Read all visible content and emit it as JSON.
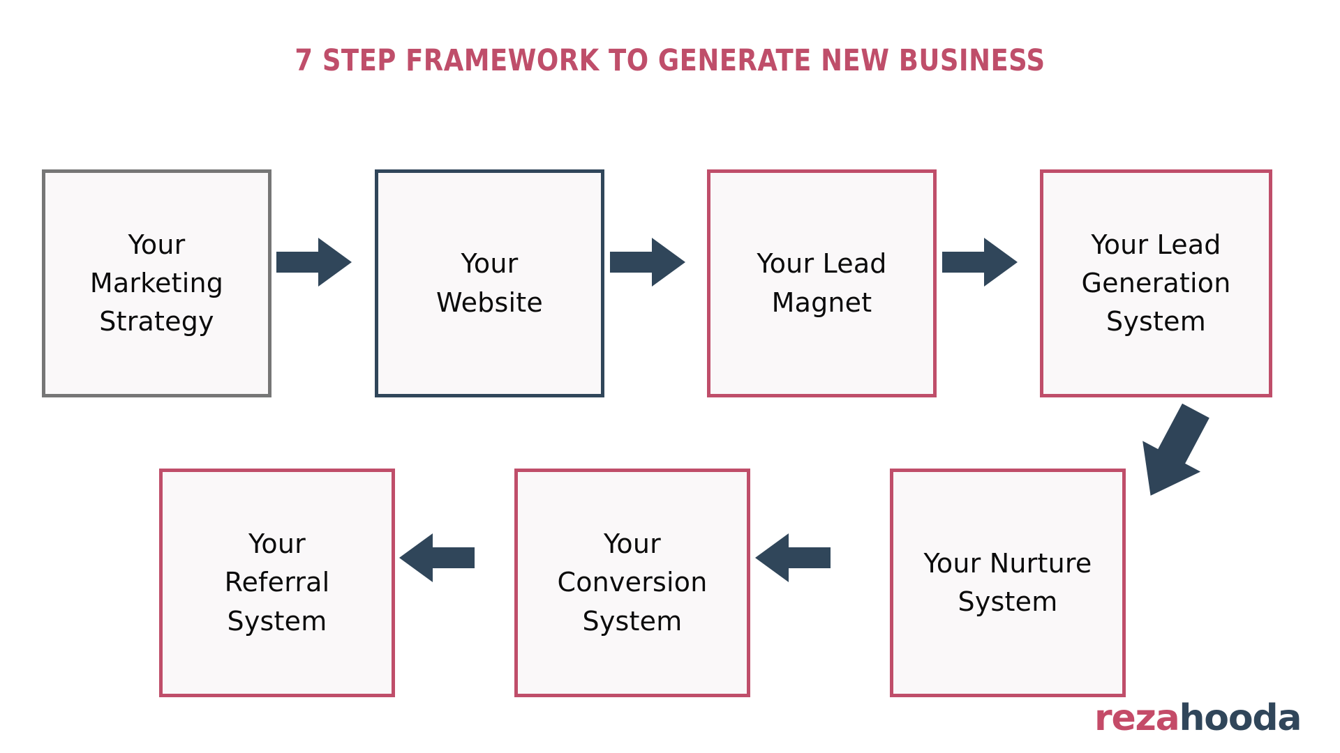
{
  "title": "7 STEP FRAMEWORK TO GENERATE NEW BUSINESS",
  "colors": {
    "background": "#ffffff",
    "accent_pink": "#bf4e6a",
    "accent_navy": "#30465a",
    "neutral_gray": "#767676",
    "box_fill": "#faf8f9",
    "text": "#0b0b0b"
  },
  "diagram": {
    "type": "flowchart",
    "flow_direction": "left-to-right on top row, then down and right-to-left on bottom row",
    "step_count": 7,
    "rows": [
      {
        "row": 1,
        "steps": [
          {
            "number": 1,
            "label": "Your\nMarketing\nStrategy",
            "border_color": "#767676",
            "border_style": "gray"
          },
          {
            "number": 2,
            "label": "Your\nWebsite",
            "border_color": "#30465a",
            "border_style": "navy"
          },
          {
            "number": 3,
            "label": "Your Lead\nMagnet",
            "border_color": "#bf4e6a",
            "border_style": "pink"
          },
          {
            "number": 4,
            "label": "Your Lead\nGeneration\nSystem",
            "border_color": "#bf4e6a",
            "border_style": "pink"
          }
        ]
      },
      {
        "row": 2,
        "steps": [
          {
            "number": 7,
            "label": "Your\nReferral\nSystem",
            "border_color": "#bf4e6a",
            "border_style": "pink"
          },
          {
            "number": 6,
            "label": "Your\nConversion\nSystem",
            "border_color": "#bf4e6a",
            "border_style": "pink"
          },
          {
            "number": 5,
            "label": "Your Nurture\nSystem",
            "border_color": "#bf4e6a",
            "border_style": "pink"
          }
        ]
      }
    ],
    "connectors": [
      {
        "id": 1,
        "icon": "arrow-right-icon",
        "direction": "right",
        "from": "Your Marketing Strategy",
        "to": "Your Website"
      },
      {
        "id": 2,
        "icon": "arrow-right-icon",
        "direction": "right",
        "from": "Your Website",
        "to": "Your Lead Magnet"
      },
      {
        "id": 3,
        "icon": "arrow-right-icon",
        "direction": "right",
        "from": "Your Lead Magnet",
        "to": "Your Lead Generation System"
      },
      {
        "id": 4,
        "icon": "arrow-down-left-icon",
        "direction": "down-left",
        "from": "Your Lead Generation System",
        "to": "Your Nurture System"
      },
      {
        "id": 5,
        "icon": "arrow-left-icon",
        "direction": "left",
        "from": "Your Conversion System",
        "to": "Your Referral System"
      },
      {
        "id": 6,
        "icon": "arrow-left-icon",
        "direction": "left",
        "from": "Your Nurture System",
        "to": "Your Conversion System"
      }
    ]
  },
  "logo": {
    "part_one": "reza",
    "part_two": "hooda",
    "part_one_color": "#c44b68",
    "part_two_color": "#30465a"
  }
}
